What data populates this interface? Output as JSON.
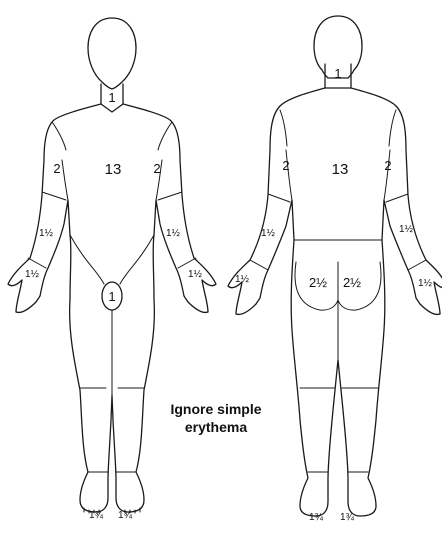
{
  "front": {
    "neck": "1",
    "trunk": "13",
    "upper_arm_left": "2",
    "upper_arm_right": "2",
    "forearm_left": "1½",
    "forearm_right": "1½",
    "hand_left": "1½",
    "hand_right": "1½",
    "genitals": "1",
    "foot_left": "1¾",
    "foot_right": "1¾"
  },
  "back": {
    "neck": "1",
    "trunk": "13",
    "upper_arm_left": "2",
    "upper_arm_right": "2",
    "forearm_left": "1½",
    "forearm_right": "1½",
    "hand_left": "1½",
    "hand_right": "1½",
    "buttock_left": "2½",
    "buttock_right": "2½",
    "foot_left": "1¾",
    "foot_right": "1¾"
  },
  "note": {
    "line1": "Ignore simple",
    "line2": "erythema"
  }
}
